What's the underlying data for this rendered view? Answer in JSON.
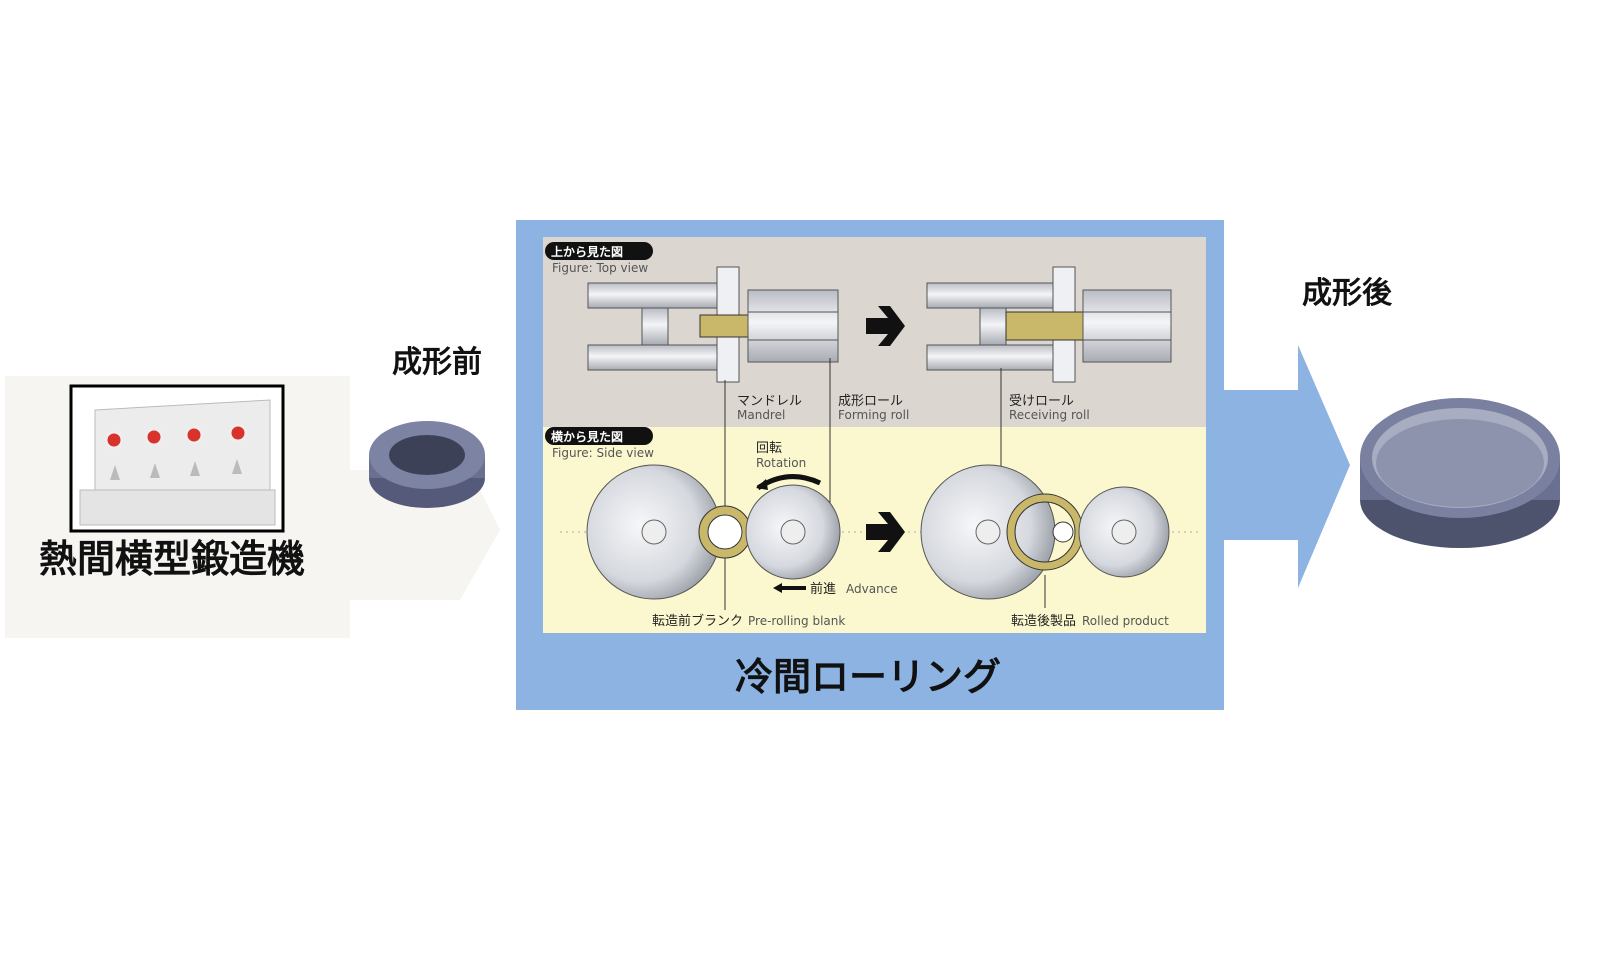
{
  "left": {
    "machine_label": "熱間横型鍛造機"
  },
  "before": {
    "label": "成形前"
  },
  "after": {
    "label": "成形後"
  },
  "center": {
    "title": "冷間ローリング",
    "top_view": {
      "tag": "上から見た図",
      "caption": "Figure: Top view"
    },
    "side_view": {
      "tag": "横から見た図",
      "caption": "Figure: Side view"
    },
    "mandrel": {
      "ja": "マンドレル",
      "en": "Mandrel"
    },
    "forming_roll": {
      "ja": "成形ロール",
      "en": "Forming roll"
    },
    "receiving_roll": {
      "ja": "受けロール",
      "en": "Receiving roll"
    },
    "rotation": {
      "ja": "回転",
      "en": "Rotation"
    },
    "advance": {
      "ja": "前進",
      "en": "Advance"
    },
    "pre_rolling_blank": {
      "ja": "転造前ブランク",
      "en": "Pre-rolling blank"
    },
    "rolled_product": {
      "ja": "転造後製品",
      "en": "Rolled product"
    }
  },
  "colors": {
    "panel": "#8db3e2",
    "arrow": "#8db3e2",
    "top_bg": "#dcd6d1",
    "side_bg": "#fbf8cf",
    "blank": "#c9b76a",
    "ring": "#5a6180"
  }
}
